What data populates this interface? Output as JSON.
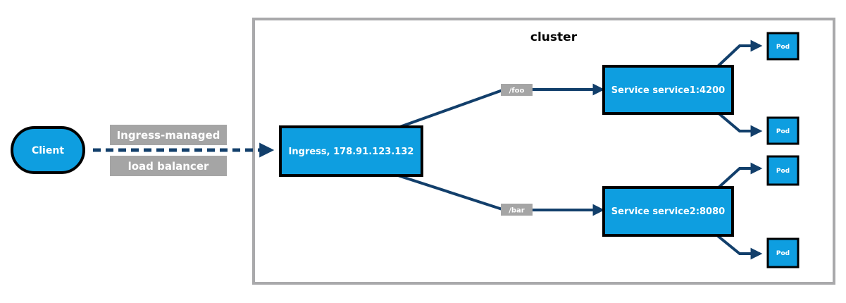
{
  "cluster": {
    "title": "cluster"
  },
  "client": {
    "label": "Client"
  },
  "load_balancer": {
    "line1": "Ingress-managed",
    "line2": "load balancer"
  },
  "ingress": {
    "label": "Ingress, 178.91.123.132"
  },
  "routes": [
    {
      "path": "/foo"
    },
    {
      "path": "/bar"
    }
  ],
  "services": [
    {
      "label": "Service service1:4200"
    },
    {
      "label": "Service service2:8080"
    }
  ],
  "pods": [
    {
      "label": "Pod"
    },
    {
      "label": "Pod"
    },
    {
      "label": "Pod"
    },
    {
      "label": "Pod"
    }
  ],
  "colors": {
    "node_fill": "#0e9ee0",
    "node_stroke": "#000000",
    "arrow": "#123f6b",
    "label_bg": "#a5a5a5",
    "cluster_border": "#a9a9ab"
  }
}
